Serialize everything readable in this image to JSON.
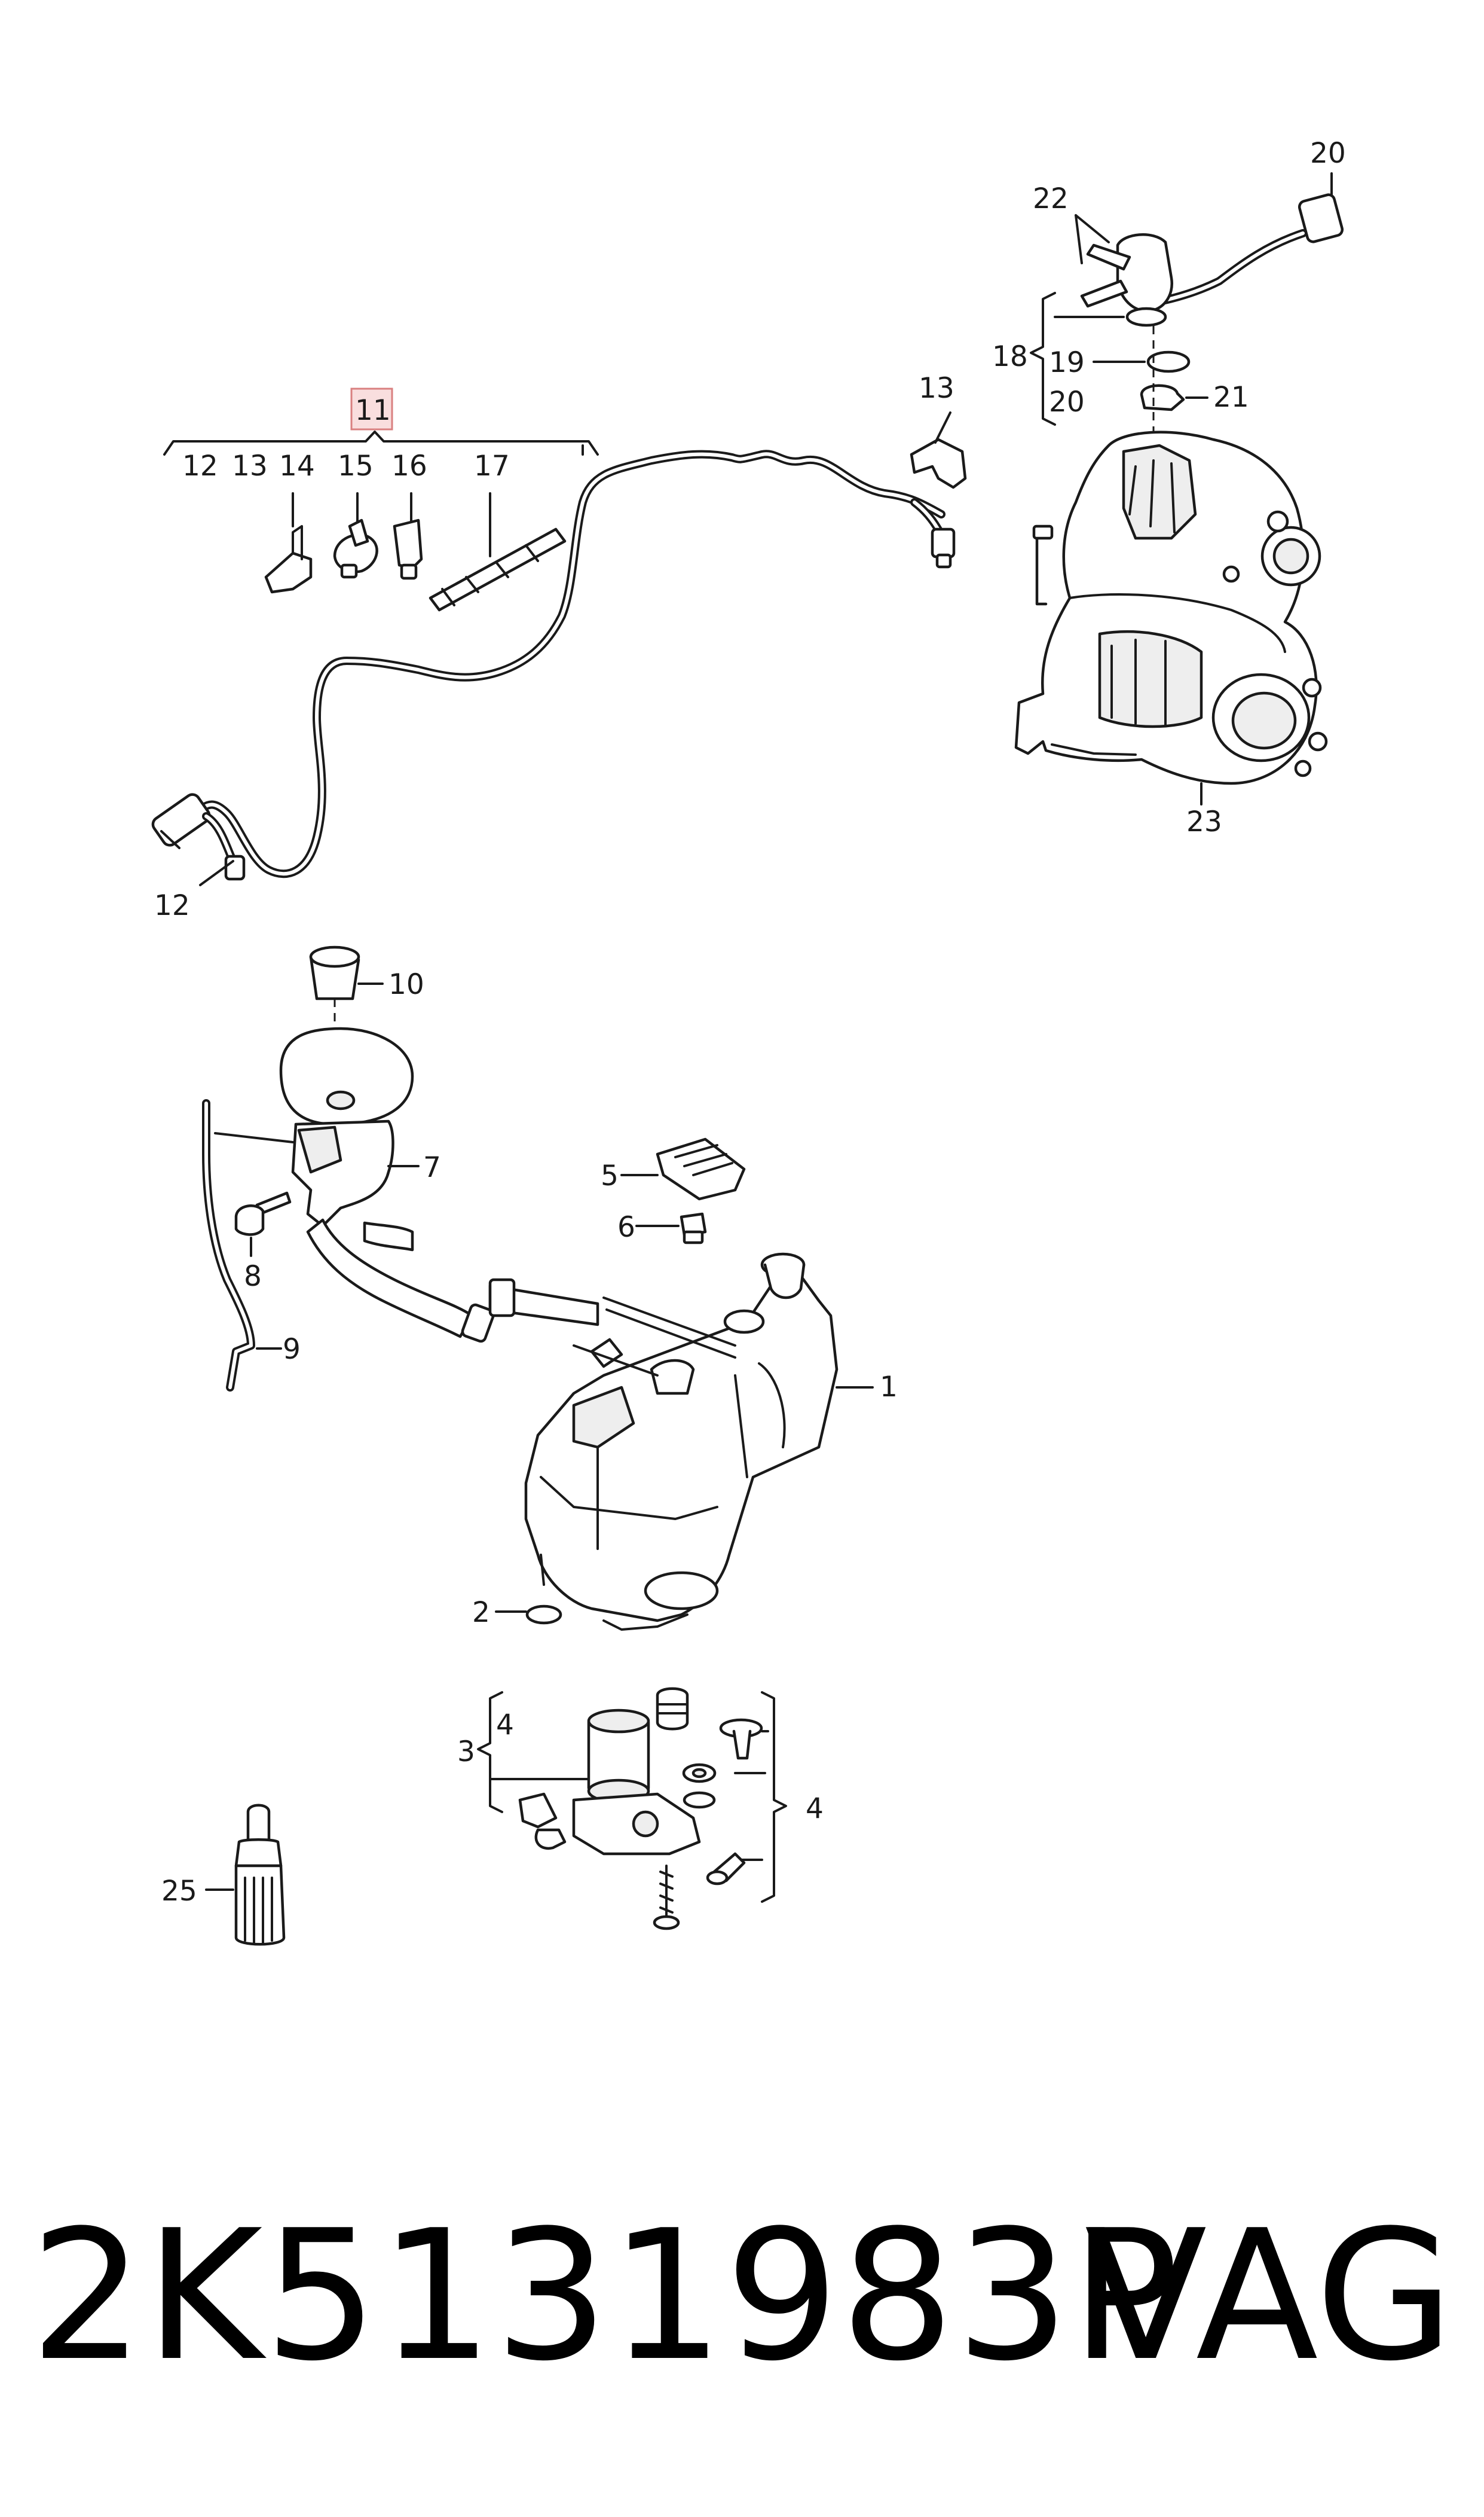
{
  "callouts": {
    "c1": "1",
    "c2": "2",
    "c3": "3",
    "c4a": "4",
    "c4b": "4",
    "c5": "5",
    "c6": "6",
    "c7": "7",
    "c8": "8",
    "c9": "9",
    "c10": "10",
    "c11": "11",
    "c12a": "12",
    "c12b": "12",
    "c13a": "13",
    "c13b": "13",
    "c14": "14",
    "c15": "15",
    "c16": "16",
    "c17": "17",
    "c18": "18",
    "c19": "19",
    "c20a": "20",
    "c20b": "20",
    "c21": "21",
    "c22": "22",
    "c23": "23",
    "c25": "25"
  },
  "footer": {
    "part_number": "2K5131983P",
    "brand": "VAG"
  },
  "colors": {
    "highlight_fill": "#f9dede",
    "highlight_stroke": "#d98080",
    "line": "#1a1a1a"
  }
}
